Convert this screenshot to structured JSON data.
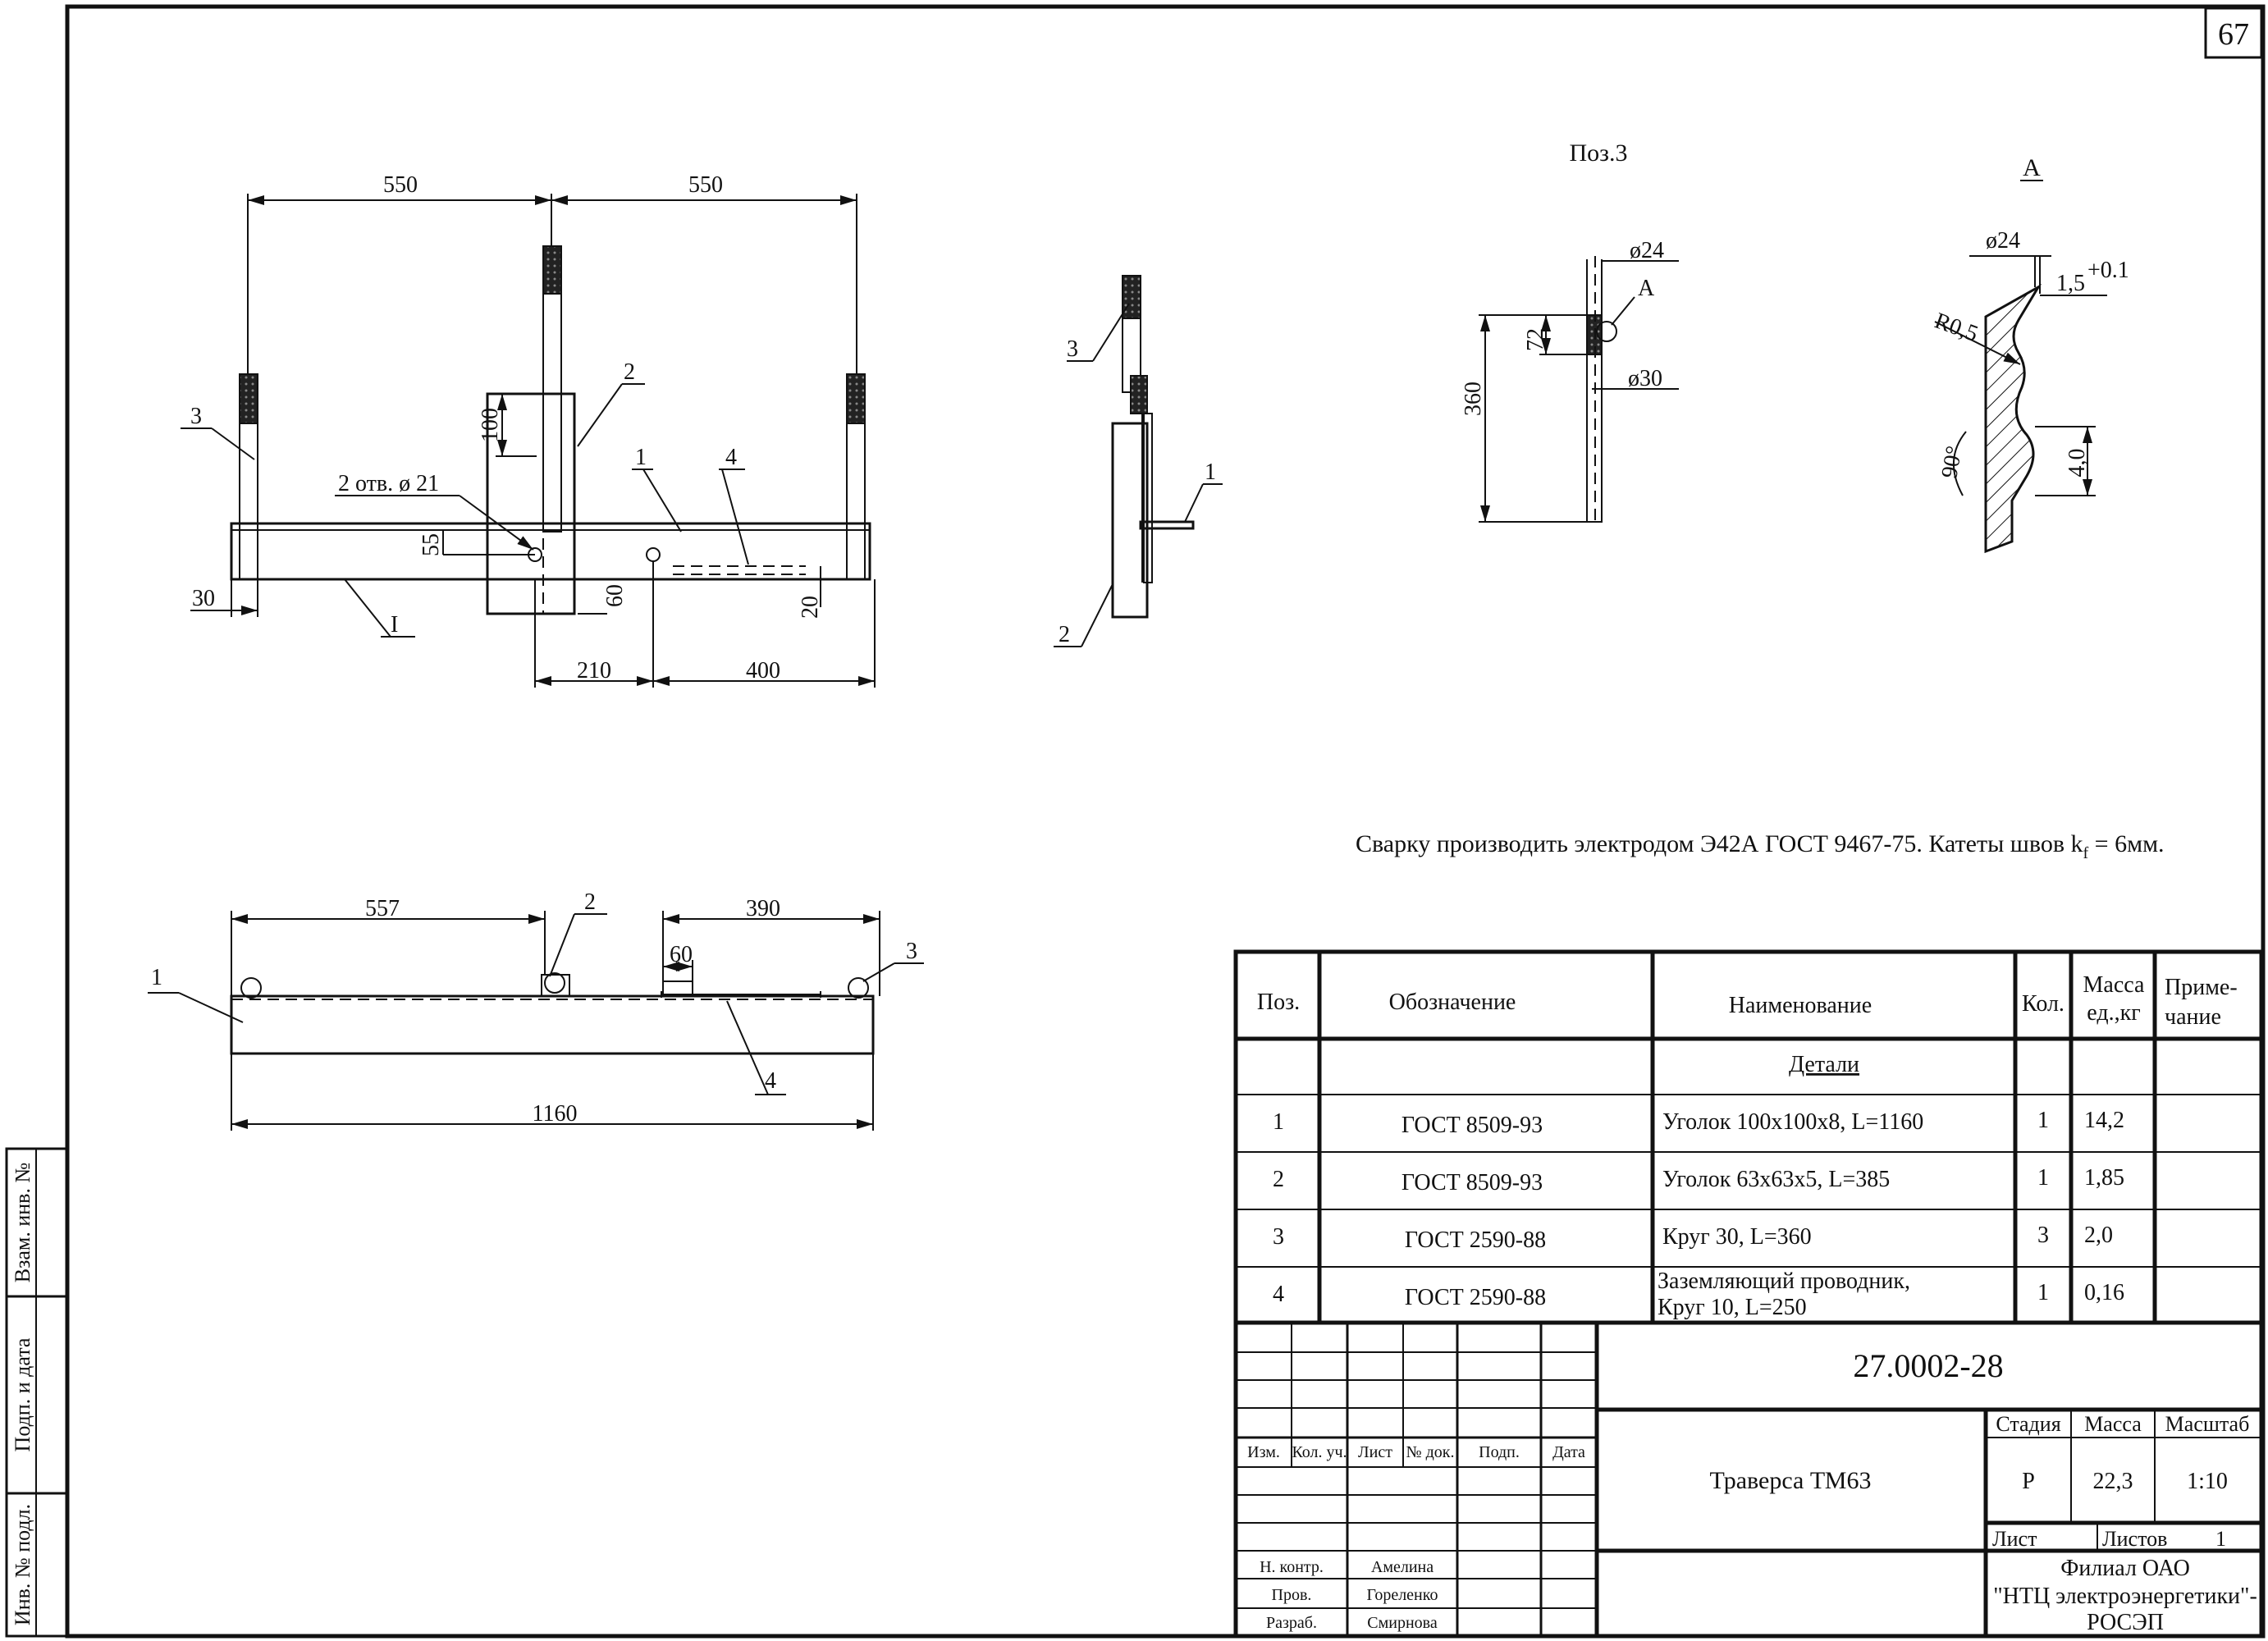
{
  "sheet": {
    "page_number": "67",
    "side_labels": [
      "Взам. инв. №",
      "Подп. и дата",
      "Инв. № подл."
    ]
  },
  "views": {
    "front": {
      "dims": [
        "550",
        "550",
        "2 отв. ø 21",
        "55",
        "60",
        "20",
        "30",
        "210",
        "400",
        "100"
      ],
      "positions": [
        "1",
        "2",
        "3",
        "4",
        "I"
      ]
    },
    "side": {
      "positions": [
        "3",
        "1",
        "2"
      ]
    },
    "plan": {
      "dims": [
        "557",
        "390",
        "60",
        "1160"
      ],
      "positions": [
        "1",
        "2",
        "3",
        "4"
      ]
    },
    "pos3": {
      "title": "Поз.3",
      "dims": [
        "ø24",
        "ø30",
        "72",
        "360"
      ],
      "callout": "A"
    },
    "detailA": {
      "title": "A",
      "dims": [
        "ø24",
        "R0,5",
        "1,5",
        "+0.1",
        "90°",
        "4,0"
      ]
    }
  },
  "note": {
    "text": "Сварку производить электродом Э42А ГОСТ 9467-75.  Катеты швов k",
    "sub": "f",
    "tail": " = 6мм."
  },
  "spec": {
    "headers": {
      "pos": "Поз.",
      "designation": "Обозначение",
      "name": "Наименование",
      "qty": "Кол.",
      "mass": "Масса ед.,кг",
      "note": "Приме-чание"
    },
    "section": "Детали",
    "rows": [
      {
        "pos": "1",
        "designation": "ГОСТ 8509-93",
        "name": "Уголок 100х100х8, L=1160",
        "qty": "1",
        "mass": "14,2"
      },
      {
        "pos": "2",
        "designation": "ГОСТ 8509-93",
        "name": "Уголок 63х63х5, L=385",
        "qty": "1",
        "mass": "1,85"
      },
      {
        "pos": "3",
        "designation": "ГОСТ 2590-88",
        "name": "Круг 30, L=360",
        "qty": "3",
        "mass": "2,0"
      },
      {
        "pos": "4",
        "designation": "ГОСТ 2590-88",
        "name1": "Заземляющий проводник,",
        "name2": "Круг 10,  L=250",
        "qty": "1",
        "mass": "0,16"
      }
    ]
  },
  "title_block": {
    "doc_number": "27.0002-28",
    "rev_headers": [
      "Изм.",
      "Кол. уч.",
      "Лист",
      "№ док.",
      "Подп.",
      "Дата"
    ],
    "signers": [
      {
        "role": "Н. контр.",
        "name": "Амелина"
      },
      {
        "role": "Пров.",
        "name": "Гореленко"
      },
      {
        "role": "Разраб.",
        "name": "Смирнова"
      }
    ],
    "item_name": "Траверса ТМ63",
    "stage_label": "Стадия",
    "mass_label": "Масса",
    "scale_label": "Масштаб",
    "stage": "Р",
    "mass": "22,3",
    "scale": "1:10",
    "sheet_label": "Лист",
    "sheets_label": "Листов",
    "sheets": "1",
    "org_line1": "Филиал ОАО",
    "org_line2": "\"НТЦ электроэнергетики\"-",
    "org_line3": "РОСЭП"
  }
}
